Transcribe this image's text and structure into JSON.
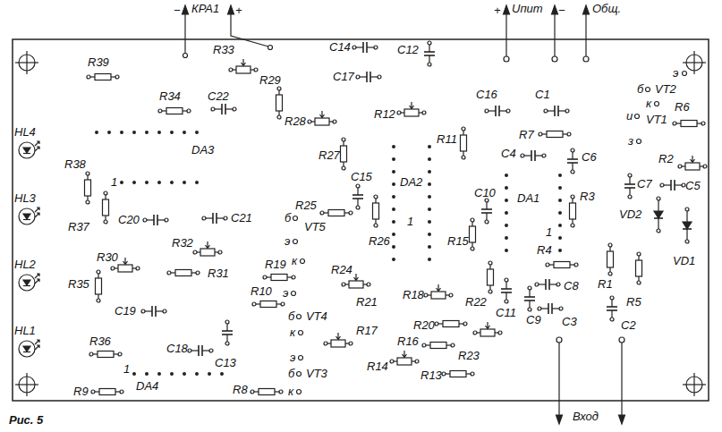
{
  "diagram": {
    "caption": "Рис. 5",
    "labels": [
      "−",
      "КРА1",
      "+",
      "+",
      "Uпит",
      "−",
      "Общ.",
      "R39",
      "R33",
      "R29",
      "C14",
      "C12",
      "C17",
      "R34",
      "C22",
      "R12",
      "R28",
      "C16",
      "C1",
      "э",
      "б",
      "VT2",
      "к",
      "R6",
      "и",
      "VT1",
      "R11",
      "R7",
      "з",
      "DA3",
      "R27",
      "C4",
      "C6",
      "R2",
      "R38",
      "C15",
      "1",
      "DA2",
      "C7",
      "C5",
      "C10",
      "R3",
      "DA1",
      "R25",
      "VD2",
      "б",
      "C21",
      "C20",
      "1",
      "VT5",
      "R37",
      "1",
      "э",
      "R26",
      "R15",
      "R32",
      "R4",
      "R30",
      "к",
      "VD1",
      "R19",
      "R24",
      "R31",
      "R35",
      "R1",
      "C8",
      "R10",
      "э",
      "R18",
      "R21",
      "R22",
      "R5",
      "C19",
      "C11",
      "б",
      "VT4",
      "C9",
      "C3",
      "R20",
      "C2",
      "R17",
      "к",
      "R16",
      "R36",
      "C18",
      "R23",
      "э",
      "C13",
      "R14",
      "1",
      "б",
      "VT3",
      "R13",
      "DA4",
      "R8",
      "к",
      "R9",
      "HL4",
      "HL3",
      "HL2",
      "HL1",
      "Вход"
    ]
  }
}
